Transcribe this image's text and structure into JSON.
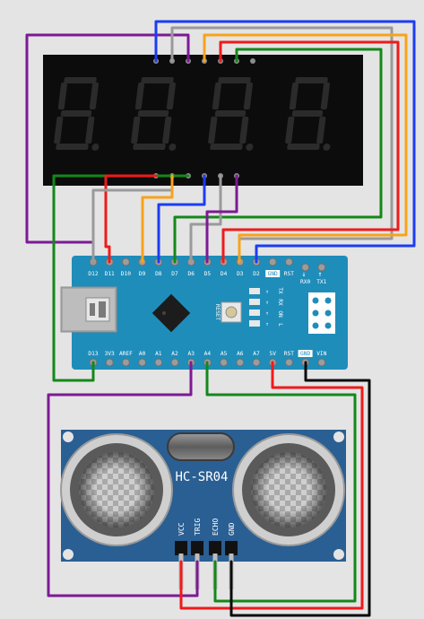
{
  "colors": {
    "background": "#e4e4e4",
    "display_body": "#0c0c0c",
    "segment_off": "#2b2b2b",
    "board": "#1f8dba",
    "board_dark": "#176f95",
    "sensor_board": "#2a5f93",
    "wire_purple": "#7d1a94",
    "wire_blue": "#1b3cf5",
    "wire_gray": "#9a9a9a",
    "wire_orange": "#f7a31b",
    "wire_red": "#f01a1a",
    "wire_green": "#14881a",
    "wire_black": "#0a0a0a"
  },
  "display": {
    "digits": [
      "8",
      "8",
      "8",
      "8"
    ]
  },
  "arduino": {
    "top_pins": [
      "D12",
      "D11",
      "D10",
      "D9",
      "D8",
      "D7",
      "D6",
      "D5",
      "D4",
      "D3",
      "D2",
      "GND",
      "RST",
      "RX0",
      "TX1"
    ],
    "rx_arrow": "↓",
    "tx_arrow": "↑",
    "bottom_pins": [
      "D13",
      "3V3",
      "AREF",
      "A0",
      "A1",
      "A2",
      "A3",
      "A4",
      "A5",
      "A6",
      "A7",
      "5V",
      "RST",
      "GND",
      "VIN"
    ],
    "reset_label": "RESET",
    "leds": [
      "TX",
      "RX",
      "ON",
      "L"
    ]
  },
  "sensor": {
    "title": "HC-SR04",
    "pins": [
      "VCC",
      "TRIG",
      "ECHO",
      "GND"
    ]
  }
}
